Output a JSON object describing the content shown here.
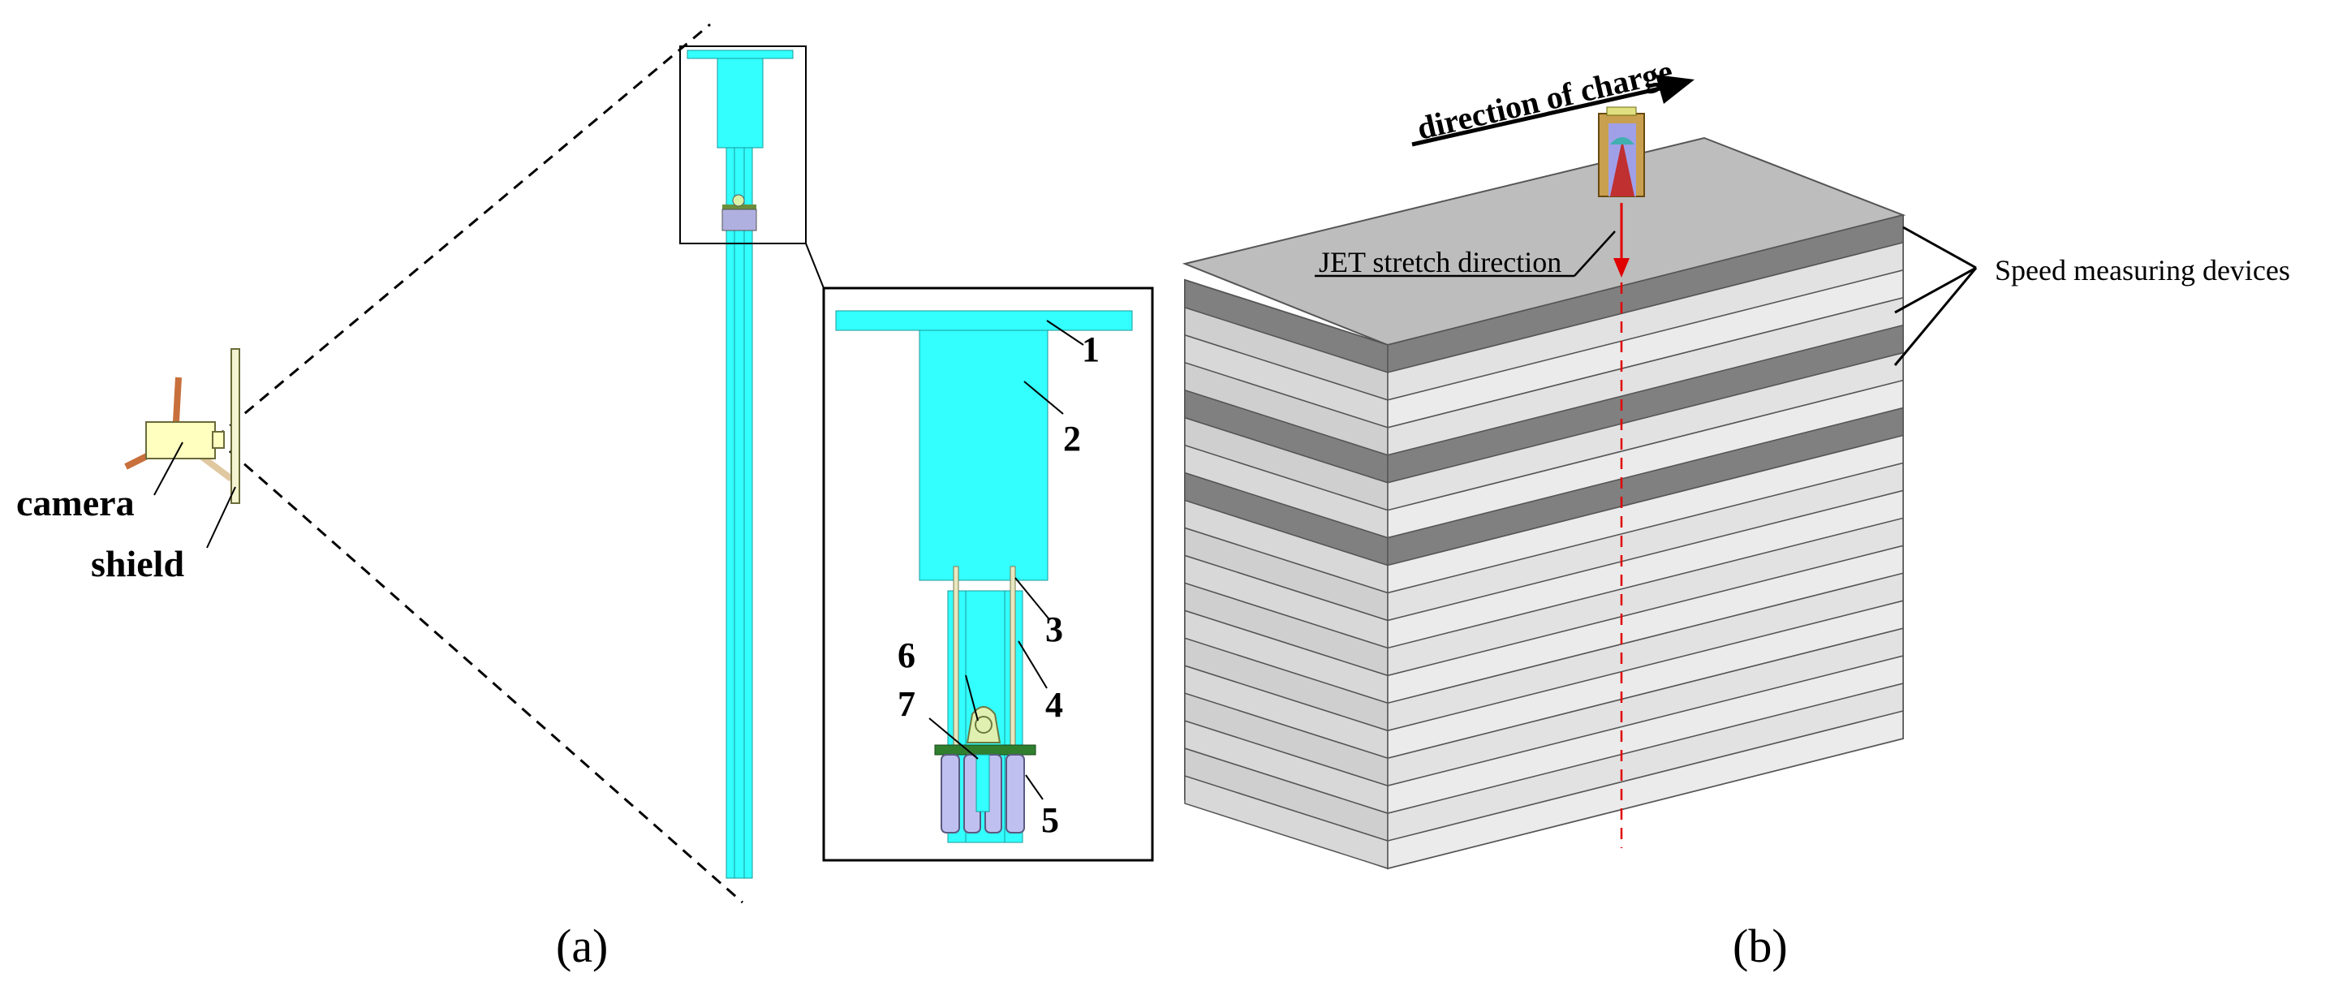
{
  "panel_a": {
    "caption": "(a)",
    "camera_label": "camera",
    "shield_label": "shield",
    "part_numbers": [
      "1",
      "2",
      "3",
      "4",
      "5",
      "6",
      "7"
    ]
  },
  "panel_b": {
    "caption": "(b)",
    "direction_label": "direction of charge",
    "jet_label": "JET stretch direction",
    "speed_label": "Speed measuring devices"
  },
  "colors": {
    "cyan": "#33ffff",
    "camera_body": "#ffffc0",
    "tripod": "#c8703c",
    "block_top": "#bdbdbd",
    "block_front": "#d4d4d4",
    "block_side": "#e6e6e6",
    "measuring_layer": "#808080",
    "jet_arrow": "#e00000"
  }
}
